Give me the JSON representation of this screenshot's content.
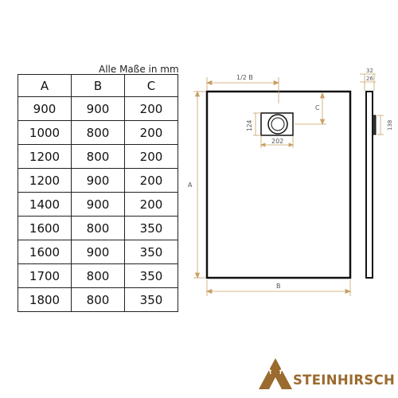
{
  "table": {
    "units_label": "Alle Maße in mm",
    "headers": [
      "A",
      "B",
      "C"
    ],
    "rows": [
      [
        "900",
        "900",
        "200"
      ],
      [
        "1000",
        "800",
        "200"
      ],
      [
        "1200",
        "800",
        "200"
      ],
      [
        "1200",
        "900",
        "200"
      ],
      [
        "1400",
        "900",
        "200"
      ],
      [
        "1600",
        "800",
        "350"
      ],
      [
        "1600",
        "900",
        "350"
      ],
      [
        "1700",
        "800",
        "350"
      ],
      [
        "1800",
        "800",
        "350"
      ]
    ]
  },
  "drawing": {
    "top_label": "1/2 B",
    "left_label": "A",
    "bottom_label": "B",
    "c_label": "C",
    "drain_height": "124",
    "drain_width": "202",
    "side_top": "32",
    "side_inner": "26",
    "side_height": "138"
  },
  "brand": {
    "name": "STEINHIRSCH",
    "color": "#9a6a2e"
  }
}
